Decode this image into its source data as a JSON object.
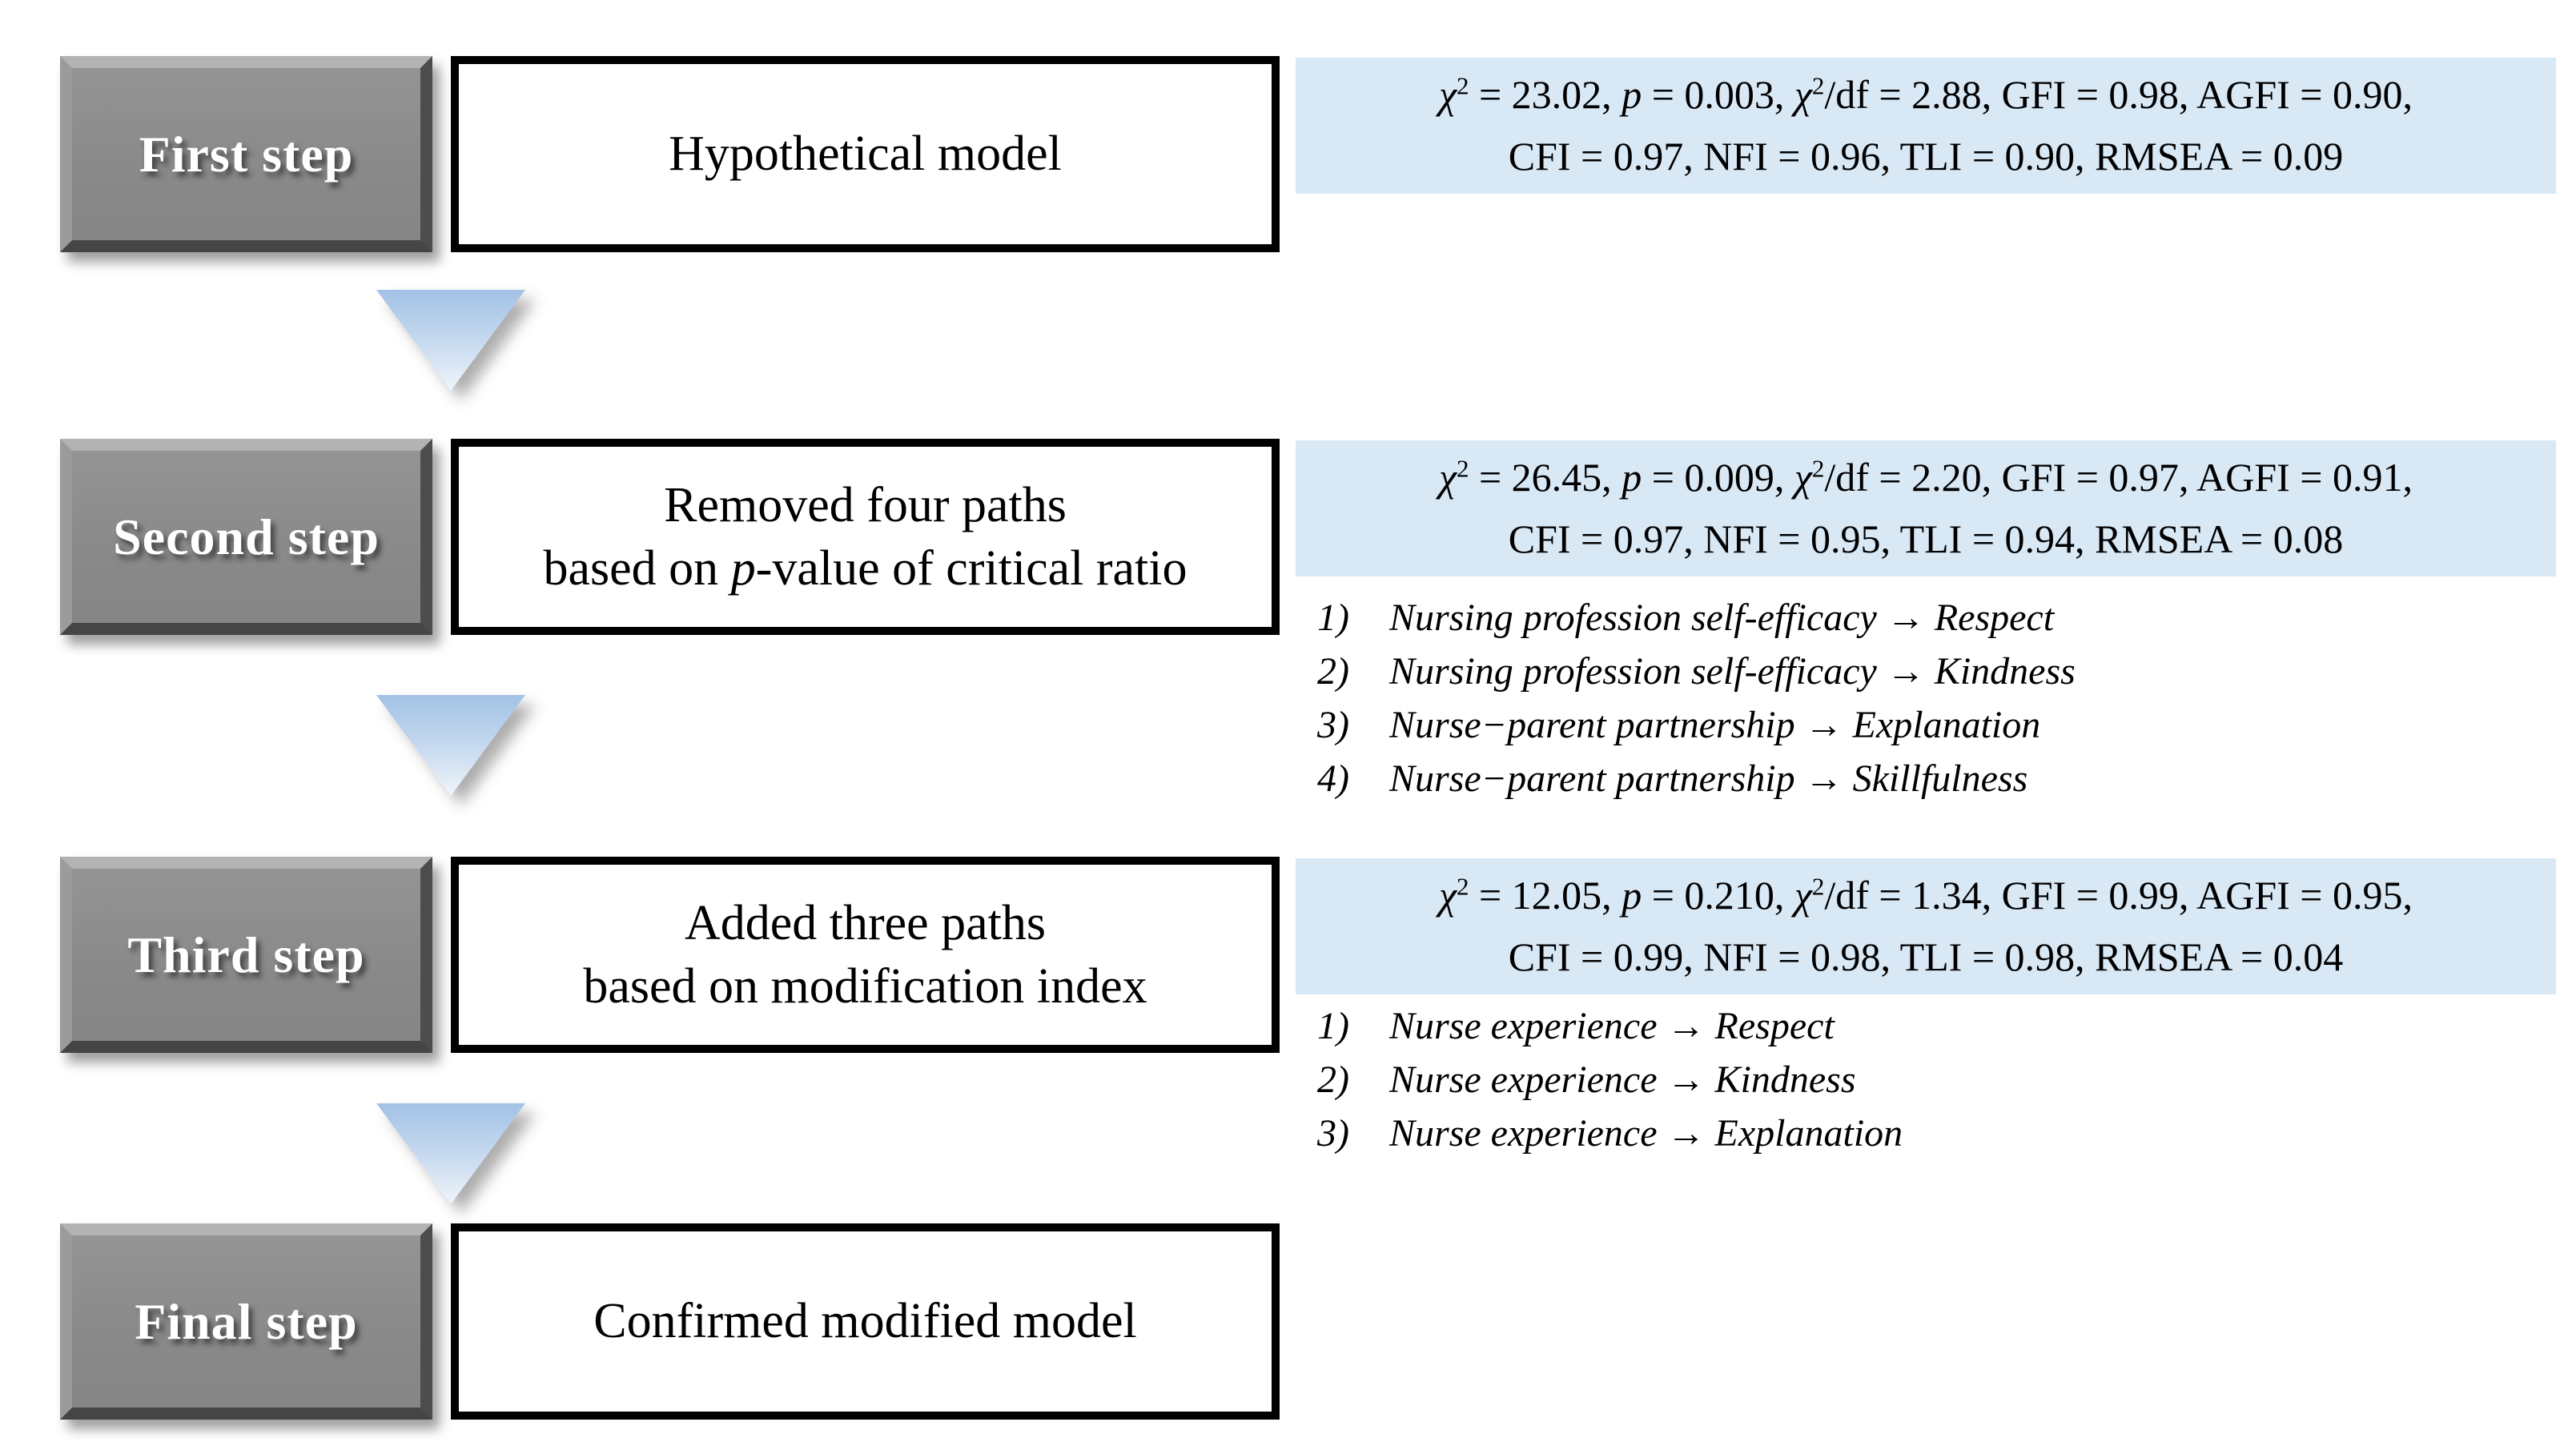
{
  "steps": [
    {
      "label": "First step",
      "box": {
        "line1": "Hypothetical model"
      },
      "stats": {
        "chi": "χ",
        "sq": "2",
        "seg1": " = 23.02, ",
        "p": "p",
        "seg2": " = 0.003, ",
        "seg3": "/df = 2.88, GFI = 0.98, AGFI = 0.90,",
        "line2": "CFI = 0.97, NFI = 0.96, TLI = 0.90, RMSEA = 0.09"
      }
    },
    {
      "label": "Second step",
      "box": {
        "line1": "Removed four paths",
        "line2_pre": "based on ",
        "line2_italic": "p",
        "line2_post": "-value of critical ratio"
      },
      "stats": {
        "chi": "χ",
        "sq": "2",
        "seg1": " = 26.45, ",
        "p": "p",
        "seg2": " = 0.009, ",
        "seg3": "/df = 2.20, GFI = 0.97, AGFI = 0.91,",
        "line2": "CFI = 0.97, NFI = 0.95, TLI = 0.94, RMSEA = 0.08"
      },
      "paths": [
        {
          "num": "1)",
          "text": "Nursing profession self-efficacy → Respect"
        },
        {
          "num": "2)",
          "text": "Nursing profession self-efficacy → Kindness"
        },
        {
          "num": "3)",
          "text": "Nurse−parent partnership → Explanation"
        },
        {
          "num": "4)",
          "text": "Nurse−parent partnership → Skillfulness"
        }
      ]
    },
    {
      "label": "Third step",
      "box": {
        "line1": "Added three paths",
        "line2_pre": "based on modification index",
        "line2_italic": "",
        "line2_post": ""
      },
      "stats": {
        "chi": "χ",
        "sq": "2",
        "seg1": " = 12.05, ",
        "p": "p",
        "seg2": " = 0.210, ",
        "seg3": "/df = 1.34, GFI = 0.99, AGFI = 0.95,",
        "line2": "CFI = 0.99, NFI = 0.98, TLI = 0.98, RMSEA = 0.04"
      },
      "paths": [
        {
          "num": "1)",
          "text": "Nurse experience → Respect"
        },
        {
          "num": "2)",
          "text": "Nurse experience → Kindness"
        },
        {
          "num": "3)",
          "text": "Nurse experience → Explanation"
        }
      ]
    },
    {
      "label": "Final step",
      "box": {
        "line1": "Confirmed modified model"
      }
    }
  ],
  "colors": {
    "stats_panel_bg": "#d9e8f5",
    "button_gray": "#8a8a8a",
    "arrow_gradient_top": "#a2c2e6",
    "arrow_gradient_bottom": "#eff5fb"
  }
}
